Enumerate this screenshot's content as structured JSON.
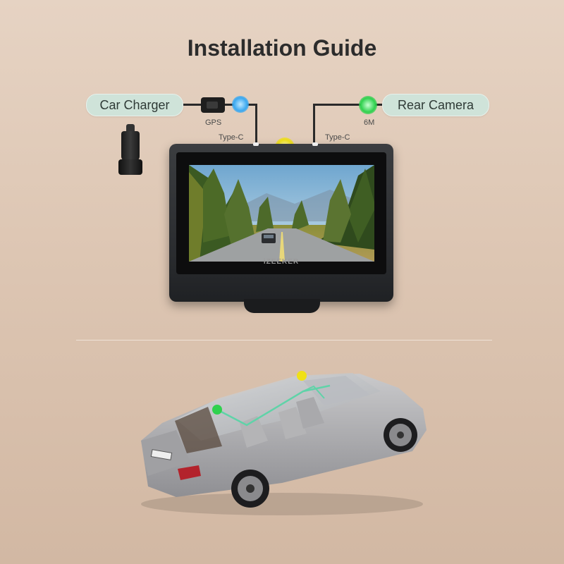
{
  "title": "Installation Guide",
  "left_connector": {
    "label": "Car Charger",
    "gps_label": "GPS",
    "port_label": "Type-C"
  },
  "right_connector": {
    "label": "Rear Camera",
    "length_label": "6M",
    "port_label": "Type-C"
  },
  "dashcam": {
    "brand": "iZEEKER"
  },
  "colors": {
    "gps_led": "#3aa8f0",
    "rear_camera_led": "#2fd14e",
    "main_led": "#f0e016",
    "pill_bg": "#cfe3d9"
  },
  "icons": [
    "car-charger-icon",
    "gps-module-icon",
    "dash-camera-icon",
    "car-icon"
  ]
}
